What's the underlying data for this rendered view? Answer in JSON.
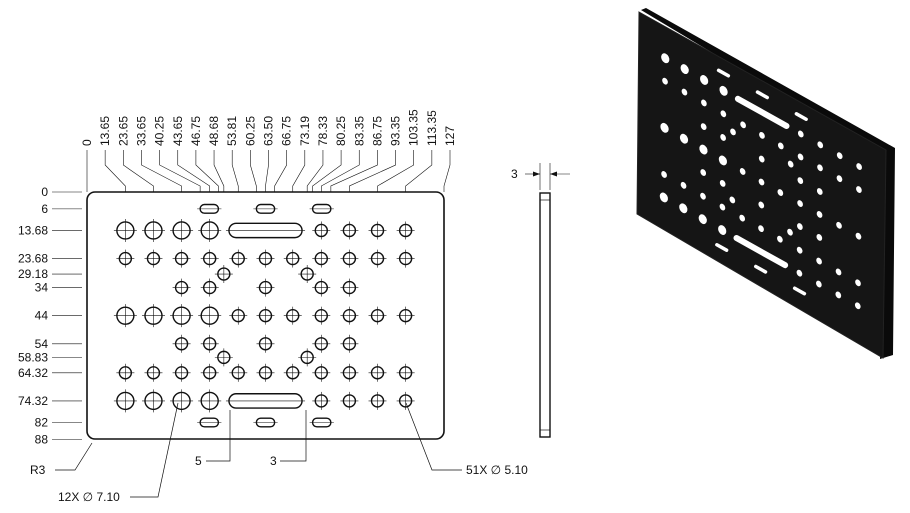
{
  "front_view": {
    "x_dims": [
      "0",
      "13.65",
      "23.65",
      "33.65",
      "40.25",
      "43.65",
      "46.75",
      "48.68",
      "53.81",
      "60.25",
      "63.50",
      "66.75",
      "73.19",
      "78.33",
      "80.25",
      "83.35",
      "86.75",
      "93.35",
      "103.35",
      "113.35",
      "127"
    ],
    "y_dims": [
      "0",
      "6",
      "13.68",
      "23.68",
      "29.18",
      "34",
      "44",
      "54",
      "58.83",
      "64.32",
      "74.32",
      "82",
      "88"
    ],
    "corner_radius_label": "R3",
    "large_hole_callout": "12X ∅ 7.10",
    "small_hole_callout": "51X ∅ 5.10",
    "slot_dim_5": "5",
    "slot_dim_3": "3"
  },
  "side_view": {
    "thickness_label": "3"
  },
  "iso_view": {
    "plate_color": "#151515"
  }
}
